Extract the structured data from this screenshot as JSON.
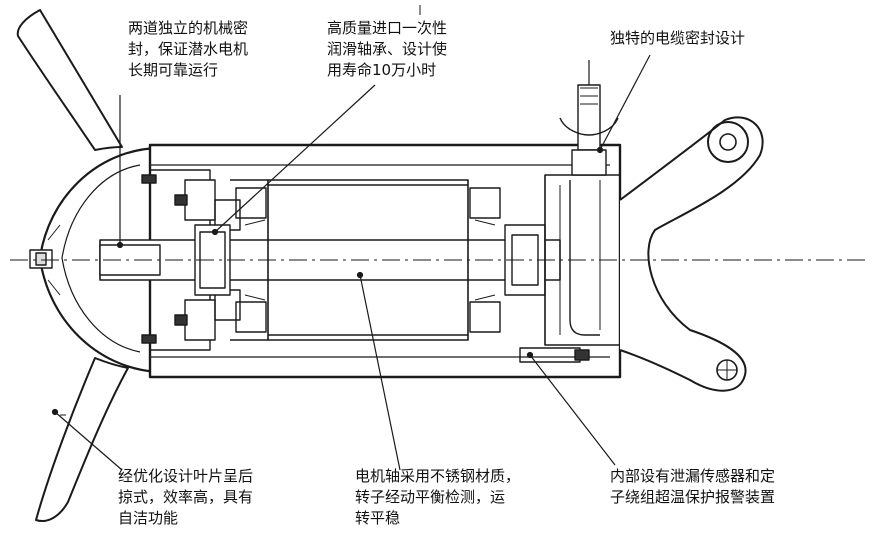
{
  "annotations": {
    "seals": {
      "lines": [
        "两道独立的机械密",
        "封，保证潜水电机",
        "长期可靠运行"
      ]
    },
    "bearings": {
      "lines": [
        "高质量进口一次性",
        "润滑轴承、设计使",
        "用寿命10万小时"
      ]
    },
    "cable_seal": {
      "lines": [
        "独特的电缆密封设计"
      ]
    },
    "impeller": {
      "lines": [
        "经优化设计叶片呈后",
        "掠式，效率高，具有",
        "自洁功能"
      ]
    },
    "shaft": {
      "lines": [
        "电机轴采用不锈钢材质，",
        "转子经动平衡检测，运",
        "转平稳"
      ]
    },
    "sensors": {
      "lines": [
        "内部设有泄漏传感器和定",
        "子绕组超温保护报警装置"
      ]
    }
  },
  "colors": {
    "line": "#1a1a1a",
    "text": "#111111",
    "background": "#ffffff"
  }
}
